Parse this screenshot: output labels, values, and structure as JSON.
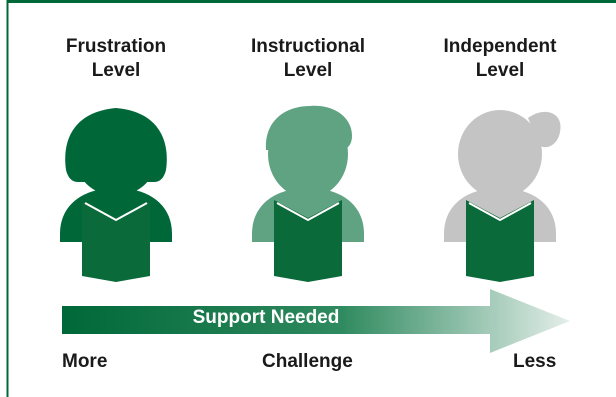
{
  "levels": [
    {
      "line1": "Frustration",
      "line2": "Level",
      "figure_color": "#006838",
      "book_color": "#0b6a3a",
      "icon": "girl-reader-icon"
    },
    {
      "line1": "Instructional",
      "line2": "Level",
      "figure_color": "#5fa383",
      "book_color": "#0b6a3a",
      "icon": "boy-reader-icon"
    },
    {
      "line1": "Independent",
      "line2": "Level",
      "figure_color": "#c4c4c4",
      "book_color": "#0b6a3a",
      "icon": "ponytail-girl-reader-icon"
    }
  ],
  "arrow": {
    "label": "Support Needed",
    "start_color": "#006838",
    "end_color": "#e4eeea",
    "icon": "gradient-arrow-icon"
  },
  "scale": {
    "left": "More",
    "center": "Challenge",
    "right": "Less"
  },
  "colors": {
    "border": "#006838",
    "text": "#1a1a1a"
  }
}
